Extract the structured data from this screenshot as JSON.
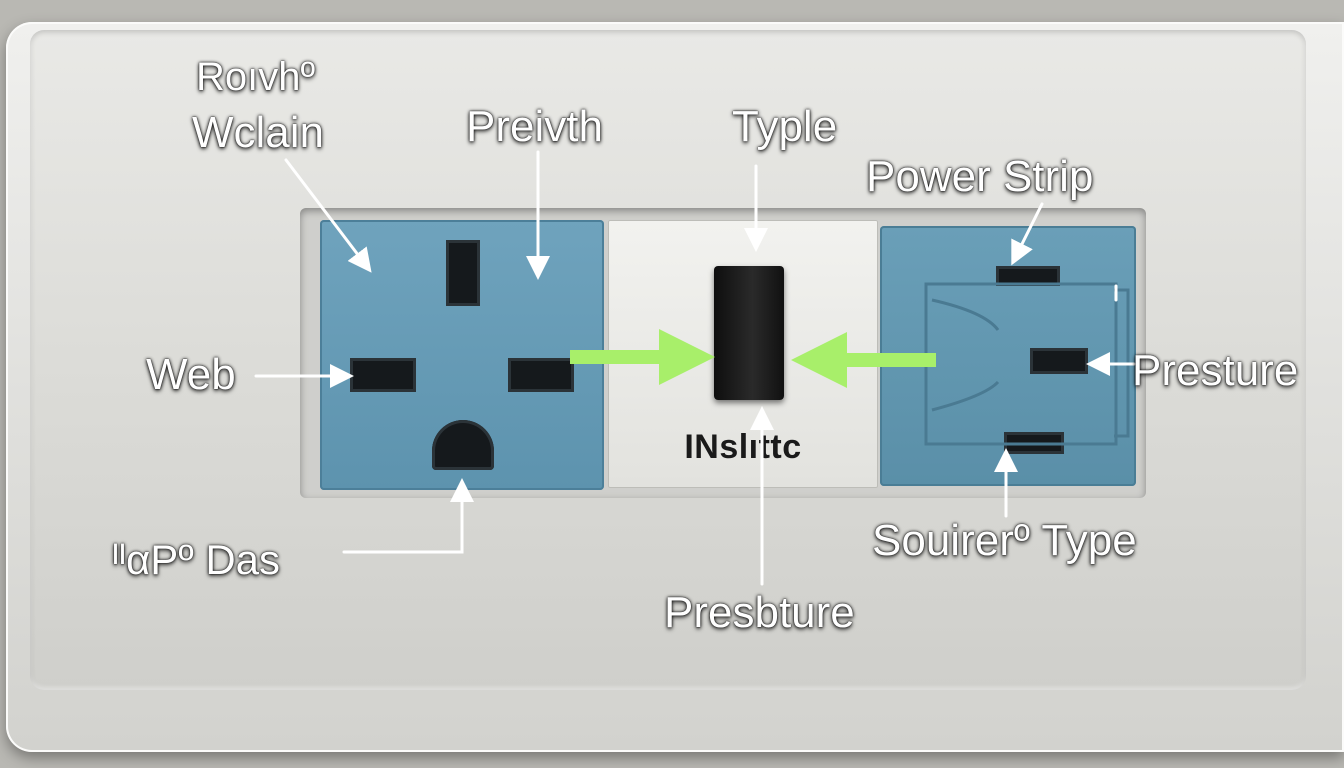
{
  "labels": {
    "top_left_line1": "Roıvhº",
    "top_left_line2": "Wclain",
    "top_center": "Preivth",
    "top_switch": "Typle",
    "top_right": "Power Strip",
    "left": "Web",
    "right": "Presture",
    "bottom_left": "ᴵᴵαPº Das",
    "bottom_center": "Presbture",
    "bottom_right": "Souirerº Type"
  },
  "switch_text": "INslıttc",
  "colors": {
    "outlet_blue": "#6fa3bd",
    "green_arrow": "#a8ef6a",
    "annotation_text": "#ffffff",
    "rocker": "#1a1a1a"
  }
}
